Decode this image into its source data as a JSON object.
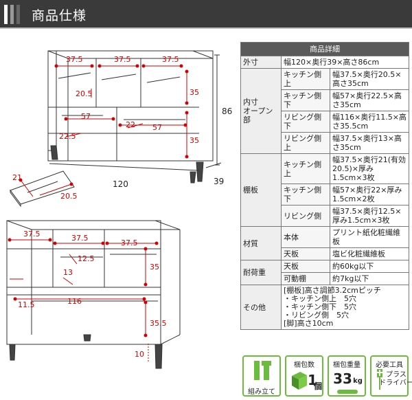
{
  "header": {
    "title": "商品仕様"
  },
  "drawing": {
    "top_view": {
      "col_widths": [
        "37.5",
        "37.5",
        "37.5"
      ],
      "inner_labels": [
        "20.5",
        "57",
        "22",
        "57",
        "22.5"
      ],
      "side_dims": [
        "35",
        "35"
      ],
      "overall_height": "86",
      "overall_width": "120",
      "overall_depth": "39"
    },
    "shelf_board": {
      "depth": "21",
      "width": "20.5"
    },
    "front_view": {
      "col_widths": [
        "37.5",
        "37.5",
        "37.5"
      ],
      "inner_labels": [
        "12.5",
        "13",
        "116",
        "11.5"
      ],
      "side_dims": [
        "35",
        "35.5"
      ],
      "leg_height": "10"
    }
  },
  "spec": {
    "header": "商品詳細",
    "rows": [
      {
        "label": "外寸",
        "value": "幅120×奥行39×高さ86cm"
      },
      {
        "label": "内寸\nオープン部",
        "sub": [
          {
            "k": "キッチン側上",
            "v": "幅37.5×奥行20.5×高さ35cm"
          },
          {
            "k": "キッチン側下",
            "v": "幅57×奥行22.5×高さ35cm"
          },
          {
            "k": "リビング側下",
            "v": "幅116×奥行11.5×高さ35.5cm"
          },
          {
            "k": "リビング側上",
            "v": "幅37.5×奥行13×高さ35cm"
          }
        ]
      },
      {
        "label": "棚板",
        "sub": [
          {
            "k": "キッチン側上",
            "v": "幅37.5×奥行21(有効20.5)×厚み1.5cm×3枚"
          },
          {
            "k": "キッチン側下",
            "v": "幅57×奥行22×厚み1.5cm×2枚"
          },
          {
            "k": "リビング側",
            "v": "幅37.5×奥行12.5×厚み1.5cm×3枚"
          }
        ]
      },
      {
        "label": "材質",
        "sub": [
          {
            "k": "本体",
            "v": "プリント紙化粧繊維板"
          },
          {
            "k": "天板",
            "v": "塩ビ化粧繊維板"
          }
        ]
      },
      {
        "label": "耐荷重",
        "sub": [
          {
            "k": "天板",
            "v": "約60kg以下"
          },
          {
            "k": "可動棚",
            "v": "約7kg以下"
          }
        ]
      },
      {
        "label": "その他",
        "value": "[棚板]高さ調節3.2cmピッチ\n・キッチン側上　5穴\n・キッチン側下　5穴\n・リビング側　5穴\n[脚]高さ10cm"
      }
    ]
  },
  "badges": {
    "assembly": "組み立て",
    "pkg_count_label": "梱包数",
    "pkg_count_value": "1",
    "pkg_count_unit": "個",
    "pkg_weight_label": "梱包重量",
    "pkg_weight_value": "33",
    "pkg_weight_unit": "kg",
    "tool_label": "必要工具",
    "tool_value": "プラス\nドライバー"
  },
  "colors": {
    "accent": "#6bbb3c",
    "dim": "#d20000",
    "header_bg": "#3a3a3a"
  }
}
